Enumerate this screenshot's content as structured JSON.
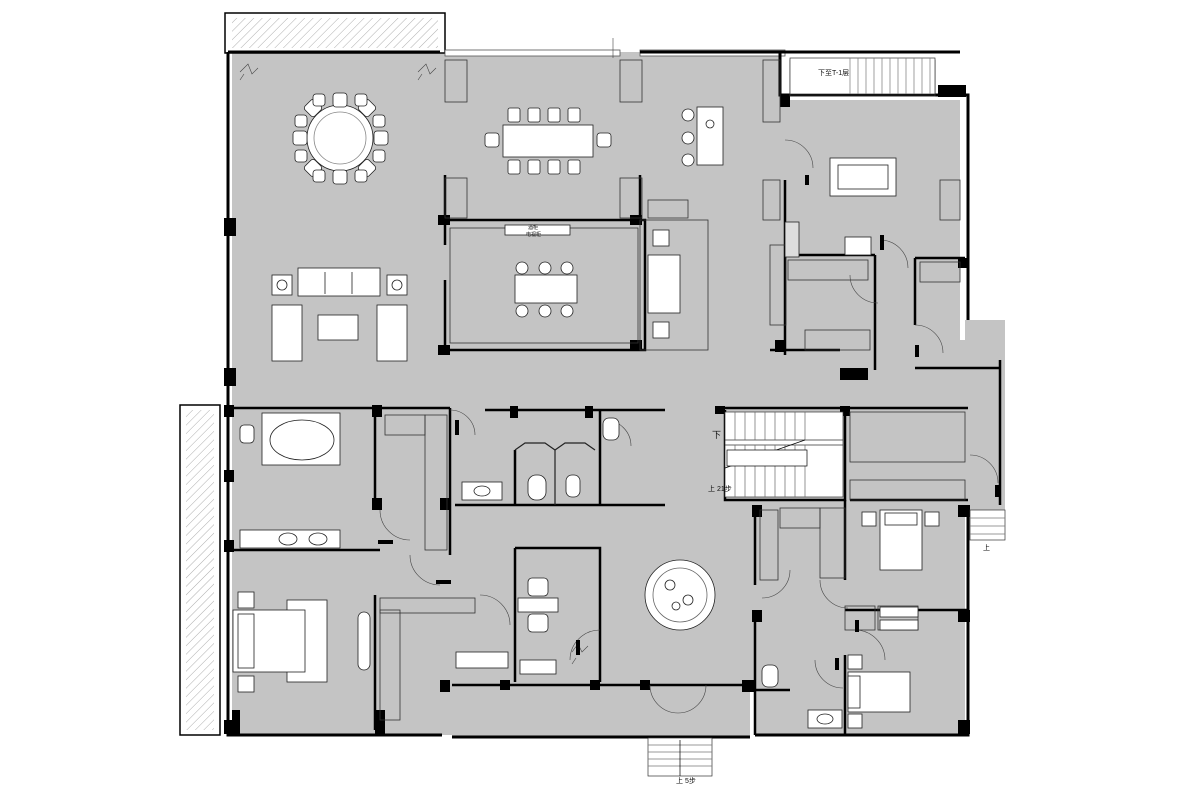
{
  "labels": {
    "top_stair": "下至T-1层",
    "down_main": "下",
    "up_main": "上 21步",
    "up_right": "上",
    "up_entry": "上 5步",
    "dining_tv_a": "酒柜",
    "dining_tv_b": "电视柜"
  },
  "colors": {
    "floor": "#c4c4c4",
    "wall": "#000000",
    "line": "#333333",
    "background": "#ffffff"
  },
  "icons": [
    "round-table-icon",
    "long-dining-table-icon",
    "sofa-set-icon",
    "bathtub-icon",
    "double-bed-icon",
    "toilet-icon",
    "sink-icon",
    "stair-icon",
    "door-arc-icon",
    "plant-icon"
  ]
}
